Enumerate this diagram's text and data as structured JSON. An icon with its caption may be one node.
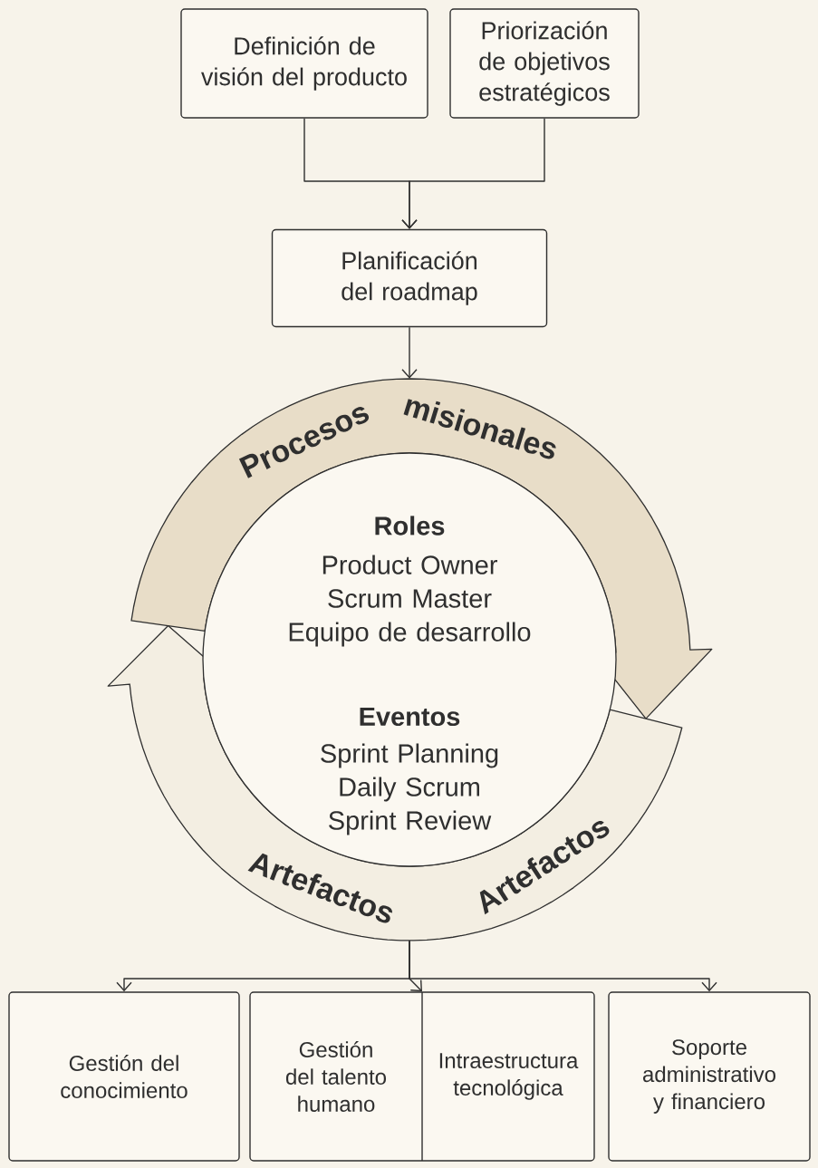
{
  "diagram": {
    "nodes": [
      {
        "text": [
          "Definición de visión del producto"
        ]
      },
      {
        "text": [
          "Priorización de objetivos estratégicos"
        ]
      },
      {
        "text": [
          "Planificación del roadmap"
        ]
      },
      {
        "text": [
          "Procesos misionales",
          "Artefactos",
          "Artefactos"
        ]
      },
      {
        "text": [
          "Roles",
          "Product Owner Scrum Master Equipo de desarrollo",
          "Eventos",
          "Sprint Planning Daily Scrum Sprint Review"
        ]
      },
      {
        "text": [
          "Gestión del conocimiento"
        ]
      },
      {
        "text": [
          "Gestión del talento humano",
          "Intraestructura tecnológica"
        ]
      },
      {
        "text": [
          "Soporte administrativo y financiero"
        ]
      }
    ],
    "edges": [
      {
        "from": 0,
        "to": 2,
        "arrow": "to"
      },
      {
        "from": 1,
        "to": 2,
        "arrow": "to"
      },
      {
        "from": 2,
        "to": 3,
        "arrow": "to"
      },
      {
        "from": 3,
        "to": 5,
        "arrow": "to"
      },
      {
        "from": 3,
        "to": 6,
        "arrow": "to"
      },
      {
        "from": 3,
        "to": 7,
        "arrow": "to"
      }
    ]
  }
}
